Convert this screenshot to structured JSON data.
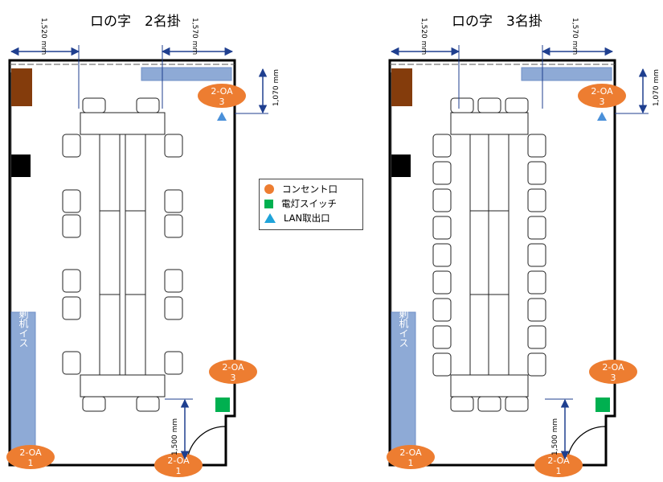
{
  "plans": [
    {
      "title": "ロの字　2名掛",
      "dim_top_left": "1,520 mm",
      "dim_top_right": "1,570 mm",
      "dim_right": "1,070 mm",
      "dim_bottom": "1,500 mm",
      "spare_chairs": "余剰机イス",
      "outlets": [
        {
          "line1": "2-OA",
          "line2": "3"
        },
        {
          "line1": "2-OA",
          "line2": "3"
        },
        {
          "line1": "2-OA",
          "line2": "1"
        },
        {
          "line1": "2-OA",
          "line2": "1"
        }
      ]
    },
    {
      "title": "ロの字　3名掛",
      "dim_top_left": "1,520 mm",
      "dim_top_right": "1,570 mm",
      "dim_right": "1,070 mm",
      "dim_bottom": "1,500 mm",
      "spare_chairs": "余剰机イス",
      "outlets": [
        {
          "line1": "2-OA",
          "line2": "3"
        },
        {
          "line1": "2-OA",
          "line2": "3"
        },
        {
          "line1": "2-OA",
          "line2": "1"
        },
        {
          "line1": "2-OA",
          "line2": "1"
        }
      ]
    }
  ],
  "legend": {
    "items": [
      {
        "label": "コンセント口",
        "icon": "outlet-circle",
        "color": "#ED7D31"
      },
      {
        "label": "電灯スイッチ",
        "icon": "light-switch-square",
        "color": "#00B050"
      },
      {
        "label": "LAN取出口",
        "icon": "lan-triangle",
        "color": "#1FA3D9"
      }
    ]
  },
  "colors": {
    "wall": "#000000",
    "shelf": "#843C0C",
    "blue_panel": "#8EAAD6",
    "outlet": "#ED7D31",
    "switch": "#00B050",
    "lan": "#4A90D9",
    "dimension": "#1F3F8F"
  }
}
